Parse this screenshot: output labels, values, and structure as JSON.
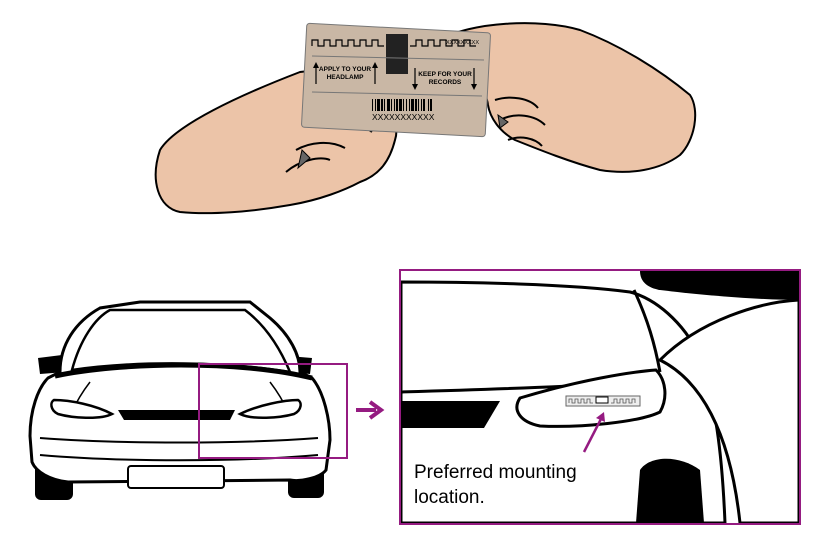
{
  "tag": {
    "left_label": "APPLY TO YOUR HEADLAMP",
    "right_label": "KEEP FOR YOUR RECORDS",
    "barcode_text": "XXXXXXXXXXX",
    "corner_code": "XXXXXXXXX"
  },
  "callout": {
    "caption_line1": "Preferred mounting",
    "caption_line2": "location."
  },
  "colors": {
    "skin": "#ecc4a8",
    "tag": "#c9b7a5",
    "accent": "#951b81",
    "outline": "#000000"
  }
}
